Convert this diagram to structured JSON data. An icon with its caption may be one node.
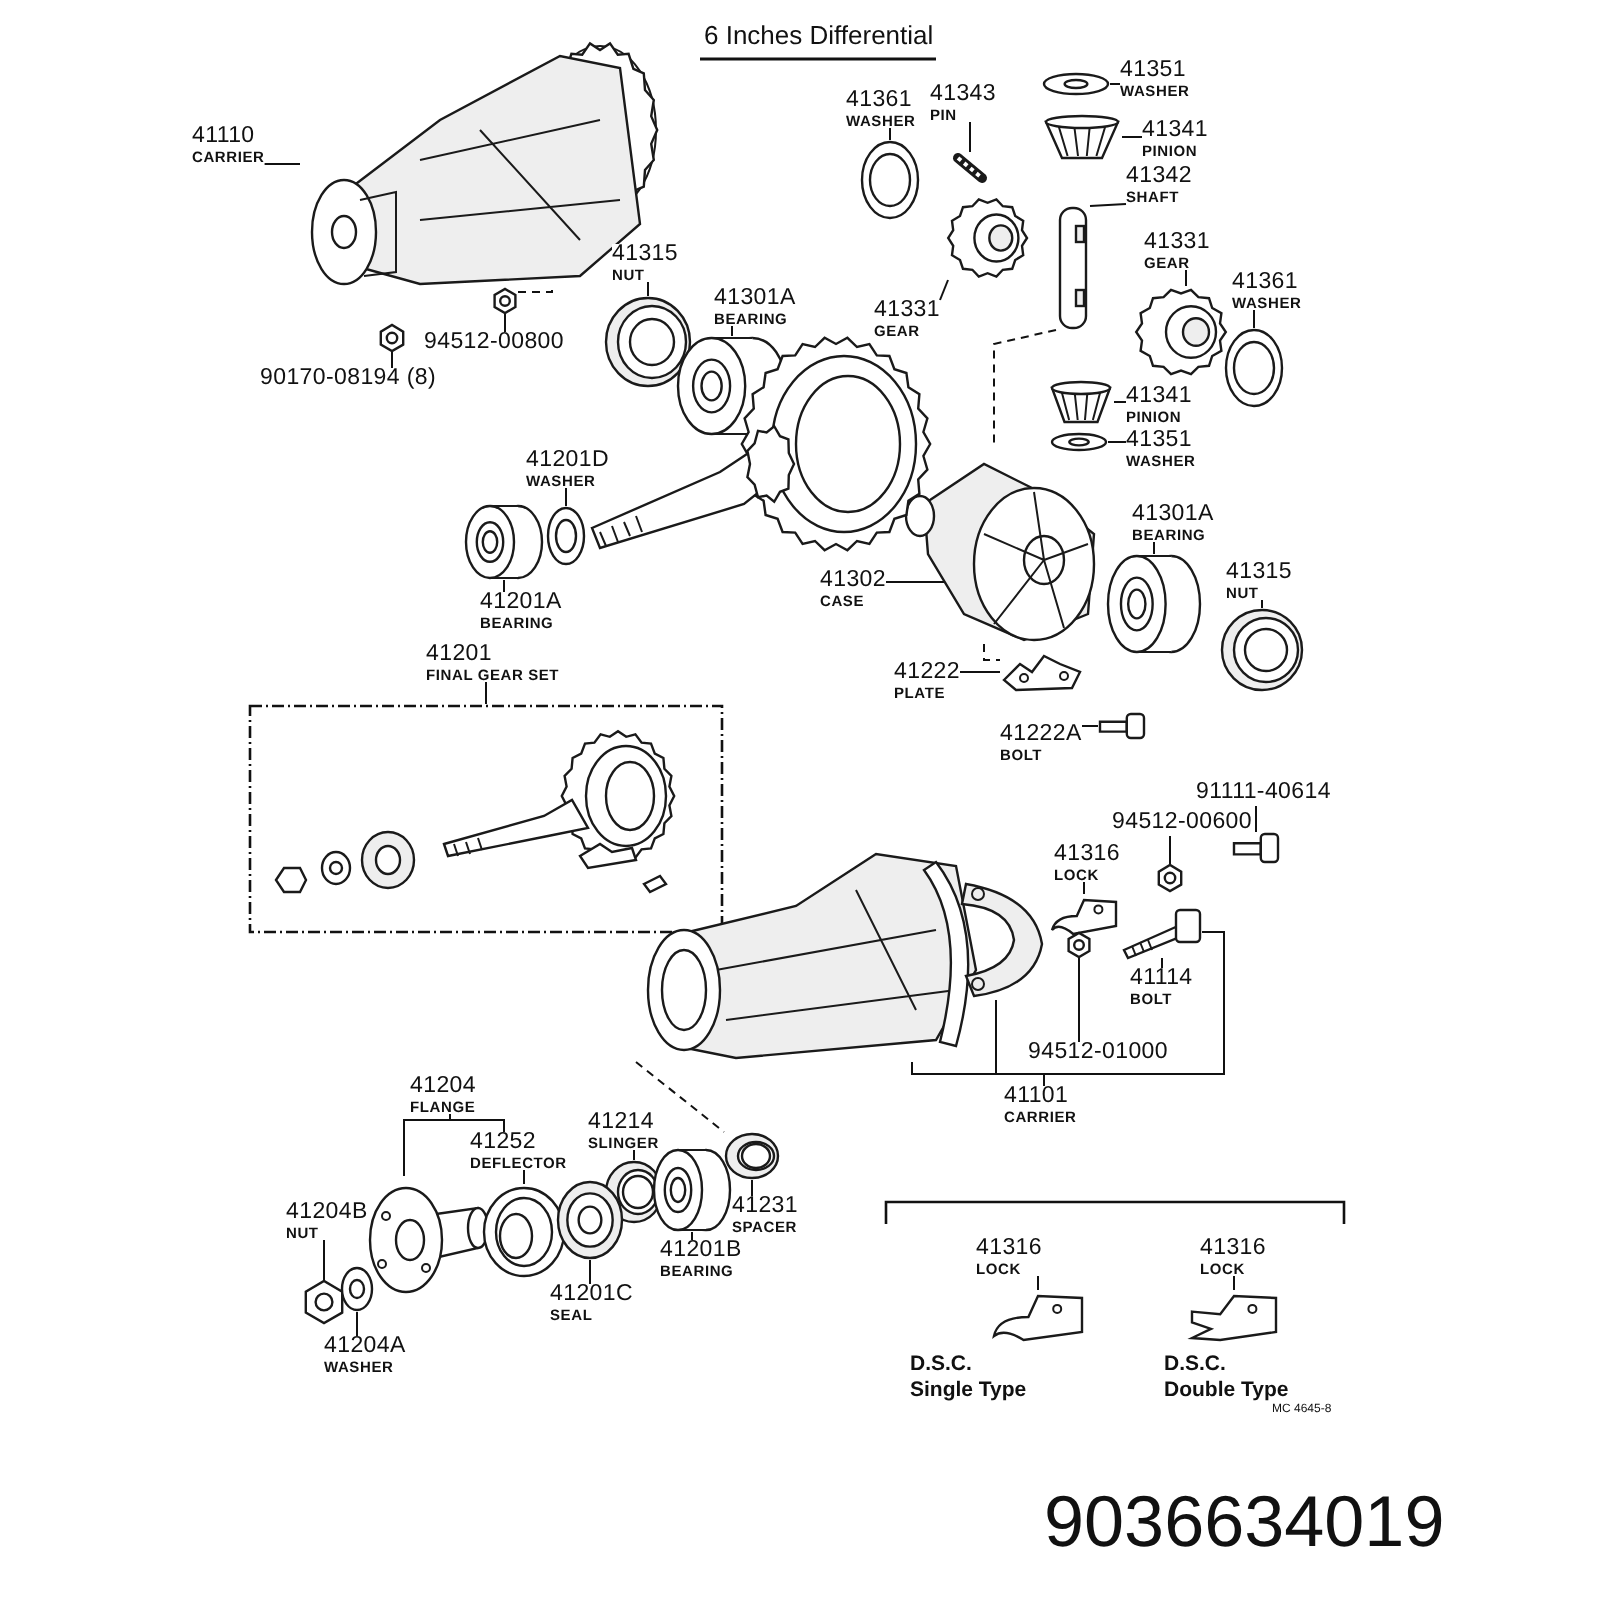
{
  "diagram": {
    "title": "6 Inches Differential",
    "nodes": [
      {
        "text": [
          "41110",
          "CARRIER"
        ]
      },
      {
        "text": [],
        "shape": "picture"
      },
      {
        "text": [
          "94512-00800"
        ]
      },
      {
        "text": [],
        "shape": "picture"
      },
      {
        "text": [
          "90170-08194 (8)"
        ]
      },
      {
        "text": [],
        "shape": "picture"
      },
      {
        "text": [
          "41315",
          "NUT"
        ]
      },
      {
        "text": [],
        "shape": "picture"
      },
      {
        "text": [
          "41301A",
          "BEARING"
        ]
      },
      {
        "text": [],
        "shape": "picture"
      },
      {
        "text": [
          "41361",
          "WASHER"
        ]
      },
      {
        "text": [],
        "shape": "picture"
      },
      {
        "text": [
          "41343",
          "PIN"
        ]
      },
      {
        "text": [],
        "shape": "picture"
      },
      {
        "text": [
          "41351",
          "WASHER"
        ]
      },
      {
        "text": [],
        "shape": "picture"
      },
      {
        "text": [
          "41341",
          "PINION"
        ]
      },
      {
        "text": [],
        "shape": "picture"
      },
      {
        "text": [
          "41342",
          "SHAFT"
        ]
      },
      {
        "text": [],
        "shape": "picture"
      },
      {
        "text": [
          "41331",
          "GEAR"
        ]
      },
      {
        "text": [],
        "shape": "picture"
      },
      {
        "text": [
          "41331",
          "GEAR"
        ]
      },
      {
        "text": [],
        "shape": "picture"
      },
      {
        "text": [
          "41361",
          "WASHER"
        ]
      },
      {
        "text": [],
        "shape": "picture"
      },
      {
        "text": [
          "41341",
          "PINION"
        ]
      },
      {
        "text": [],
        "shape": "picture"
      },
      {
        "text": [
          "41351",
          "WASHER"
        ]
      },
      {
        "text": [],
        "shape": "picture"
      },
      {
        "text": [
          "41201D",
          "WASHER"
        ]
      },
      {
        "text": [],
        "shape": "picture"
      },
      {
        "text": [
          "41201A",
          "BEARING"
        ]
      },
      {
        "text": [],
        "shape": "picture"
      },
      {
        "text": [
          "41302",
          "CASE"
        ]
      },
      {
        "text": [],
        "shape": "picture"
      },
      {
        "text": [
          "41301A",
          "BEARING"
        ]
      },
      {
        "text": [],
        "shape": "picture"
      },
      {
        "text": [
          "41315",
          "NUT"
        ]
      },
      {
        "text": [],
        "shape": "picture"
      },
      {
        "text": [
          "41222",
          "PLATE"
        ]
      },
      {
        "text": [],
        "shape": "picture"
      },
      {
        "text": [
          "41222A",
          "BOLT"
        ]
      },
      {
        "text": [],
        "shape": "picture"
      },
      {
        "text": [
          "41201",
          "FINAL GEAR SET"
        ]
      },
      {
        "text": [],
        "shape": "box"
      },
      {
        "text": [
          "91111-40614"
        ]
      },
      {
        "text": [],
        "shape": "picture"
      },
      {
        "text": [
          "94512-00600"
        ]
      },
      {
        "text": [],
        "shape": "picture"
      },
      {
        "text": [
          "41316",
          "LOCK"
        ]
      },
      {
        "text": [],
        "shape": "picture"
      },
      {
        "text": [
          "41114",
          "BOLT"
        ]
      },
      {
        "text": [],
        "shape": "picture"
      },
      {
        "text": [
          "94512-01000"
        ]
      },
      {
        "text": [],
        "shape": "picture"
      },
      {
        "text": [
          "41101",
          "CARRIER"
        ]
      },
      {
        "text": [],
        "shape": "picture"
      },
      {
        "text": [],
        "shape": "picture"
      },
      {
        "text": [
          "41204",
          "FLANGE"
        ]
      },
      {
        "text": [],
        "shape": "picture"
      },
      {
        "text": [
          "41252",
          "DEFLECTOR"
        ]
      },
      {
        "text": [],
        "shape": "picture"
      },
      {
        "text": [
          "41214",
          "SLINGER"
        ]
      },
      {
        "text": [],
        "shape": "picture"
      },
      {
        "text": [
          "41231",
          "SPACER"
        ]
      },
      {
        "text": [],
        "shape": "picture"
      },
      {
        "text": [
          "41201B",
          "BEARING"
        ]
      },
      {
        "text": [],
        "shape": "picture"
      },
      {
        "text": [
          "41201C",
          "SEAL"
        ]
      },
      {
        "text": [],
        "shape": "picture"
      },
      {
        "text": [
          "41204B",
          "NUT"
        ]
      },
      {
        "text": [],
        "shape": "picture"
      },
      {
        "text": [
          "41204A",
          "WASHER"
        ]
      },
      {
        "text": [],
        "shape": "picture"
      },
      {
        "text": [
          "41316",
          "LOCK"
        ]
      },
      {
        "text": [],
        "shape": "picture"
      },
      {
        "text": [
          "41316",
          "LOCK"
        ]
      },
      {
        "text": [],
        "shape": "picture"
      }
    ],
    "edges": [
      {
        "from": 0,
        "to": 1,
        "arrow": "none"
      },
      {
        "from": 2,
        "to": 3,
        "arrow": "none"
      },
      {
        "from": 4,
        "to": 5,
        "arrow": "none"
      },
      {
        "from": 6,
        "to": 7,
        "arrow": "none"
      },
      {
        "from": 8,
        "to": 9,
        "arrow": "none"
      },
      {
        "from": 10,
        "to": 11,
        "arrow": "none"
      },
      {
        "from": 12,
        "to": 13,
        "arrow": "none"
      },
      {
        "from": 14,
        "to": 15,
        "arrow": "none"
      },
      {
        "from": 16,
        "to": 17,
        "arrow": "none"
      },
      {
        "from": 18,
        "to": 19,
        "arrow": "none"
      },
      {
        "from": 20,
        "to": 21,
        "arrow": "none"
      },
      {
        "from": 22,
        "to": 23,
        "arrow": "none"
      },
      {
        "from": 24,
        "to": 25,
        "arrow": "none"
      },
      {
        "from": 26,
        "to": 27,
        "arrow": "none"
      },
      {
        "from": 28,
        "to": 29,
        "arrow": "none"
      },
      {
        "from": 30,
        "to": 31,
        "arrow": "none"
      },
      {
        "from": 32,
        "to": 33,
        "arrow": "none"
      },
      {
        "from": 34,
        "to": 35,
        "arrow": "none"
      },
      {
        "from": 36,
        "to": 37,
        "arrow": "none"
      },
      {
        "from": 38,
        "to": 39,
        "arrow": "none"
      },
      {
        "from": 40,
        "to": 41,
        "arrow": "none"
      },
      {
        "from": 42,
        "to": 43,
        "arrow": "none"
      },
      {
        "from": 44,
        "to": 45,
        "arrow": "none"
      },
      {
        "from": 46,
        "to": 47,
        "arrow": "none"
      },
      {
        "from": 48,
        "to": 49,
        "arrow": "none"
      },
      {
        "from": 50,
        "to": 51,
        "arrow": "none"
      },
      {
        "from": 52,
        "to": 53,
        "arrow": "none"
      },
      {
        "from": 54,
        "to": 55,
        "arrow": "none"
      },
      {
        "from": 56,
        "to": 57,
        "arrow": "none"
      },
      {
        "from": 56,
        "to": 58,
        "arrow": "none"
      },
      {
        "from": 56,
        "to": 53,
        "arrow": "none"
      },
      {
        "from": 59,
        "to": 60,
        "arrow": "none"
      },
      {
        "from": 59,
        "to": 61,
        "arrow": "none"
      },
      {
        "from": 61,
        "to": 62,
        "arrow": "none"
      },
      {
        "from": 63,
        "to": 64,
        "arrow": "none"
      },
      {
        "from": 65,
        "to": 66,
        "arrow": "none"
      },
      {
        "from": 67,
        "to": 68,
        "arrow": "none"
      },
      {
        "from": 69,
        "to": 70,
        "arrow": "none"
      },
      {
        "from": 71,
        "to": 72,
        "arrow": "none"
      },
      {
        "from": 73,
        "to": 74,
        "arrow": "none"
      },
      {
        "from": 75,
        "to": 76,
        "arrow": "none"
      },
      {
        "from": 77,
        "to": 78,
        "arrow": "none"
      },
      {
        "from": 19,
        "to": 35,
        "arrow": "none",
        "style": "dashed"
      },
      {
        "from": 35,
        "to": 41,
        "arrow": "none",
        "style": "dashed"
      },
      {
        "from": 3,
        "to": 1,
        "arrow": "none",
        "style": "dashed"
      },
      {
        "from": 57,
        "to": 66,
        "arrow": "none",
        "style": "dashed"
      }
    ],
    "labels": [
      "D.S.C. Single Type",
      "D.S.C. Double Type",
      "MC 4645-8",
      "9036634019"
    ]
  }
}
